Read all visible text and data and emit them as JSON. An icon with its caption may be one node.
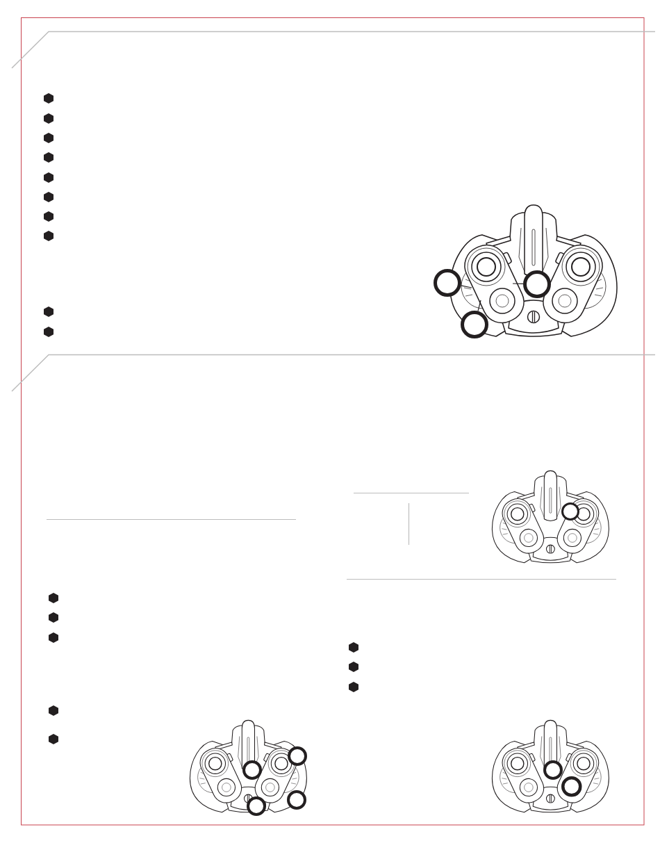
{
  "diagram": {
    "nodes": [
      {
        "text": [],
        "shape": "circle"
      },
      {
        "text": [],
        "shape": "circle"
      },
      {
        "text": [],
        "shape": "circle"
      },
      {
        "text": [],
        "shape": "circle"
      },
      {
        "text": [],
        "shape": "circle"
      },
      {
        "text": [],
        "shape": "circle"
      },
      {
        "text": [],
        "shape": "circle"
      },
      {
        "text": [],
        "shape": "circle"
      },
      {
        "text": [],
        "shape": "circle"
      },
      {
        "text": [],
        "shape": "circle"
      }
    ],
    "edges": [
      {
        "from": 0,
        "to": null,
        "arrow": "none"
      },
      {
        "from": 1,
        "to": null,
        "arrow": "none"
      },
      {
        "from": 2,
        "to": null,
        "arrow": "none"
      }
    ]
  }
}
